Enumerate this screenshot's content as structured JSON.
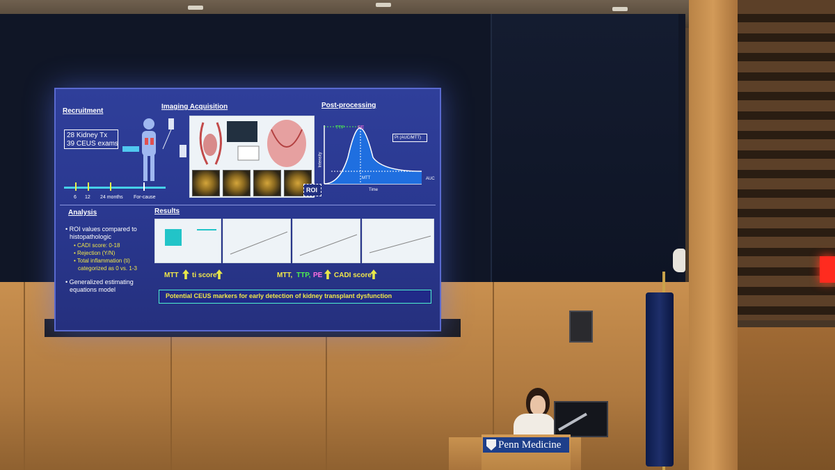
{
  "slide": {
    "recruitment": {
      "heading": "Recruitment",
      "line1": "28 Kidney Tx",
      "line2": "39 CEUS exams",
      "timeline_labels": [
        "6",
        "12",
        "24 months",
        "For-cause"
      ]
    },
    "imaging": {
      "heading": "Imaging Acquisition",
      "roi_label": "ROI"
    },
    "postprocessing": {
      "heading": "Post-processing",
      "ttp": "TTP",
      "pe": "PE",
      "formula": "PI (AUC/MTT)",
      "intensity": "Intensity",
      "mtt": "MTT",
      "auc": "AUC",
      "time": "Time"
    },
    "analysis": {
      "heading": "Analysis",
      "bullet1a": "ROI values compared to",
      "bullet1b": "histopathologic",
      "sub1": "CADI score: 0-18",
      "sub2": "Rejection (Y/N)",
      "sub3a": "Total inflammation (ti)",
      "sub3b": "categorized as 0 vs. 1-3",
      "bullet2a": "Generalized estimating",
      "bullet2b": "equations model"
    },
    "results": {
      "heading": "Results",
      "left_caption_a": "MTT",
      "left_caption_b": "ti score",
      "right_caption_mtt": "MTT,",
      "right_caption_ttp": "TTP,",
      "right_caption_pe": "PE",
      "right_caption_cadi": "CADI score"
    },
    "conclusion": "Potential CEUS markers for early detection of kidney transplant  dysfunction"
  },
  "podium": {
    "banner": "Penn Medicine"
  },
  "colors": {
    "slide_bg": "#2a3890",
    "highlight_yellow": "#f2e84a",
    "ttp_green": "#4ef04e",
    "pe_pink": "#ff6ee0",
    "penn_blue": "#1e3f8a"
  }
}
